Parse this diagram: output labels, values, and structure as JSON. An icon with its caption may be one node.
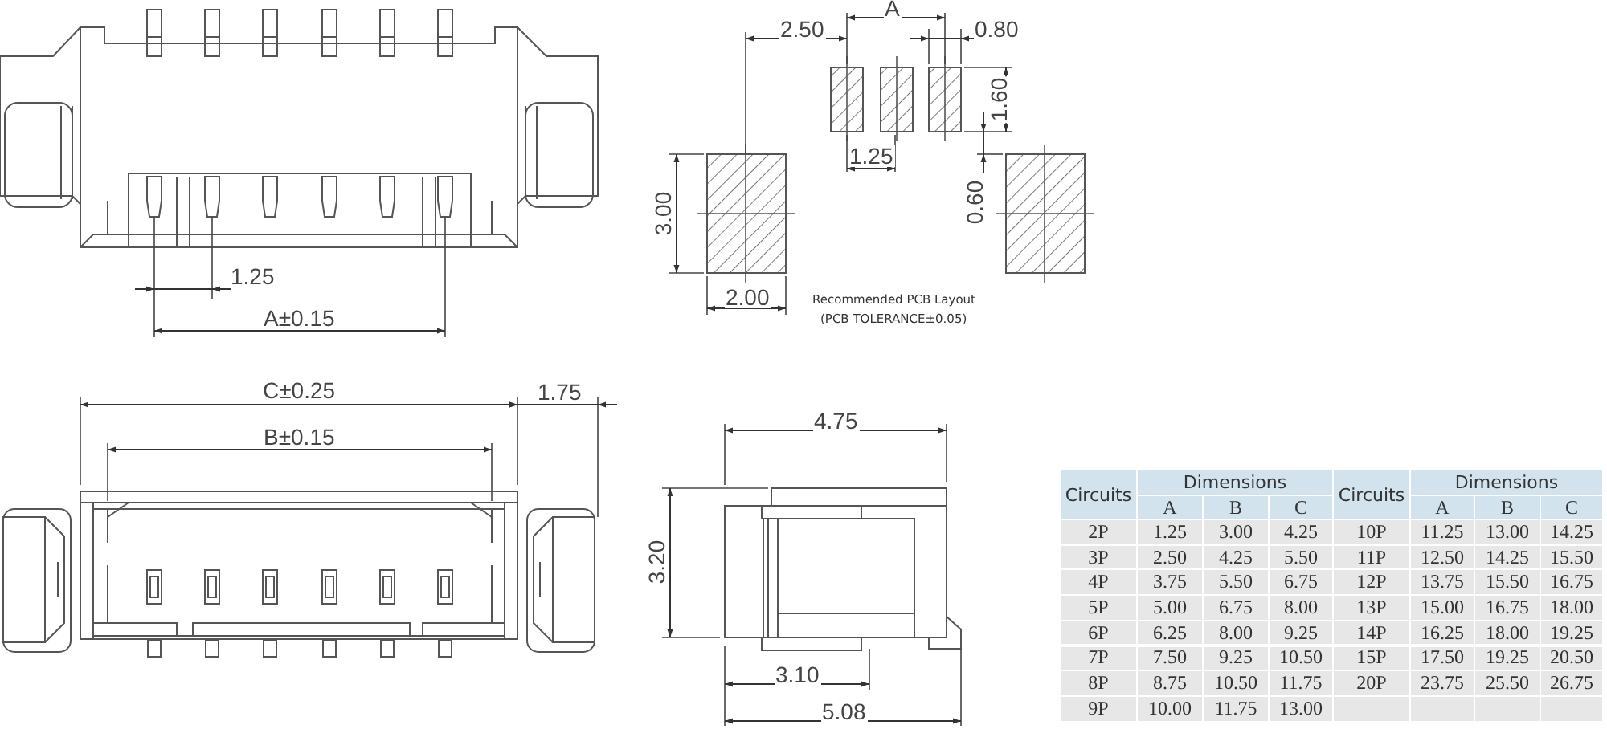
{
  "diagram": {
    "labels": [
      "1.25",
      "A±0.15",
      "2.50",
      "A",
      "0.80",
      "1.60",
      "1.25",
      "3.00",
      "0.60",
      "2.00",
      "Recommended PCB Layout",
      "(PCB TOLERANCE±0.05)",
      "C±0.25",
      "1.75",
      "B±0.15",
      "4.75",
      "3.20",
      "3.10",
      "5.08",
      "Circuits",
      "Dimensions",
      "Circuits",
      "Dimensions",
      "A",
      "B",
      "C",
      "A",
      "B",
      "C",
      "2P",
      "1.25",
      "3.00",
      "4.25",
      "10P",
      "11.25",
      "13.00",
      "14.25",
      "3P",
      "2.50",
      "4.25",
      "5.50",
      "11P",
      "12.50",
      "14.25",
      "15.50",
      "4P",
      "3.75",
      "5.50",
      "6.75",
      "12P",
      "13.75",
      "15.50",
      "16.75",
      "5P",
      "5.00",
      "6.75",
      "8.00",
      "13P",
      "15.00",
      "16.75",
      "18.00",
      "6P",
      "6.25",
      "8.00",
      "9.25",
      "14P",
      "16.25",
      "18.00",
      "19.25",
      "7P",
      "7.50",
      "9.25",
      "10.50",
      "15P",
      "17.50",
      "19.25",
      "20.50",
      "8P",
      "8.75",
      "10.50",
      "11.75",
      "20P",
      "23.75",
      "25.50",
      "26.75",
      "9P",
      "10.00",
      "11.75",
      "13.00"
    ]
  }
}
